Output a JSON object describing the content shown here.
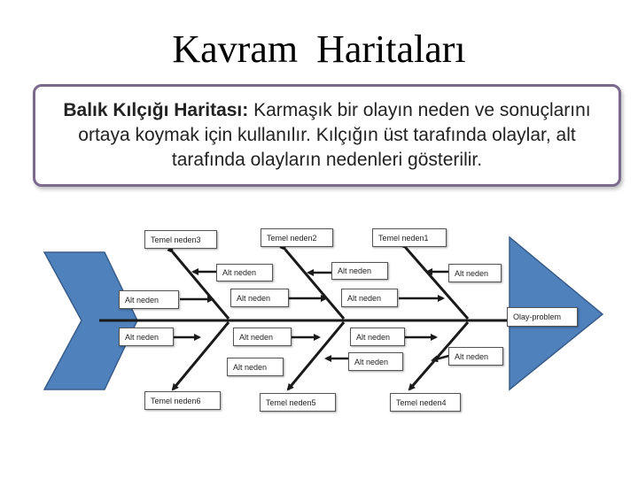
{
  "slide": {
    "title": "Kavram  Haritaları",
    "description_bold": "Balık Kılçığı Haritası:",
    "description_rest": " Karmaşık bir olayın neden ve sonuçlarını ortaya koymak için kullanılır. Kılçığın üst tarafında olaylar, alt tarafında olayların nedenleri gösterilir."
  },
  "diagram": {
    "head_label": "Olay-problem",
    "primary_causes": [
      "Temel neden3",
      "Temel neden2",
      "Temel neden1",
      "Temel neden6",
      "Temel neden5",
      "Temel neden4"
    ],
    "sub_cause_label": "Alt neden"
  },
  "colors": {
    "fish_blue": "#4f81bd",
    "bone_dark": "#1a1a1a",
    "box_border": "#7b6a8e"
  }
}
